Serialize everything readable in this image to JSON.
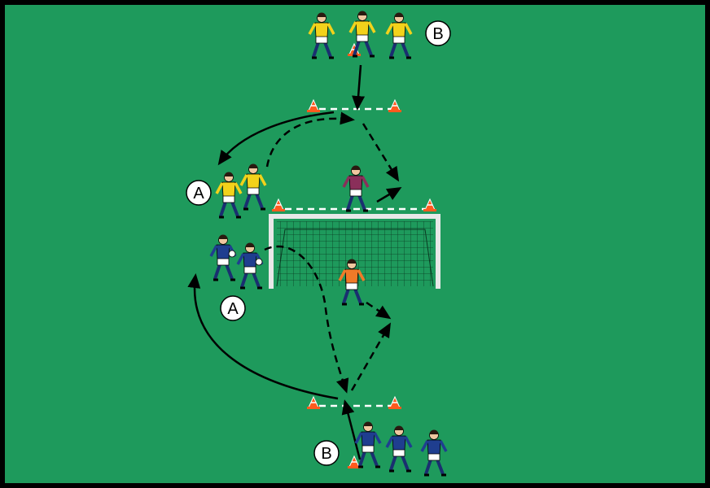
{
  "colors": {
    "pitch": "#1e9a5c",
    "border": "#000000",
    "team_yellow_shirt": "#f2d21b",
    "team_blue_shirt": "#1f3e8f",
    "defender_shirt": "#8a2f5a",
    "goalkeeper_shirt": "#f07a28",
    "cone": "#ff5a1e"
  },
  "labels": {
    "group_a_yellow": "A",
    "group_a_blue": "A",
    "group_b_yellow": "B",
    "group_b_blue": "B"
  }
}
